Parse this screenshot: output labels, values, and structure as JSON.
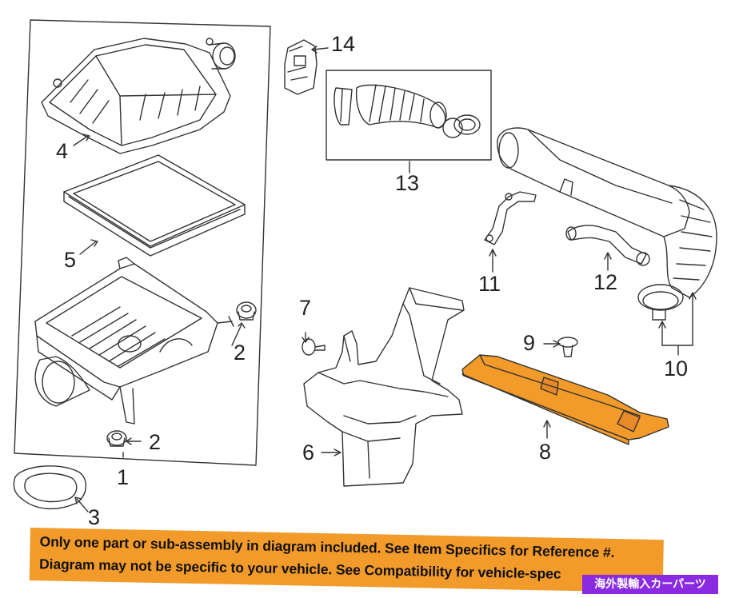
{
  "diagram": {
    "callouts": {
      "c1": "1",
      "c2a": "2",
      "c2b": "2",
      "c3": "3",
      "c4": "4",
      "c5": "5",
      "c6": "6",
      "c7": "7",
      "c8": "8",
      "c9": "9",
      "c10": "10",
      "c11": "11",
      "c12": "12",
      "c13": "13",
      "c14": "14"
    },
    "highlight_color": "#f29a2a",
    "line_color": "#333333"
  },
  "banner": {
    "line1": "Only one part or sub-assembly in diagram included. See Item Specifics for Reference #.",
    "line2": "Diagram may not be specific to your vehicle. See Compatibility for vehicle-spec",
    "color": "#f29a2a"
  },
  "badge": {
    "text": "海外製輸入カーパーツ",
    "color": "#8a2be2"
  }
}
